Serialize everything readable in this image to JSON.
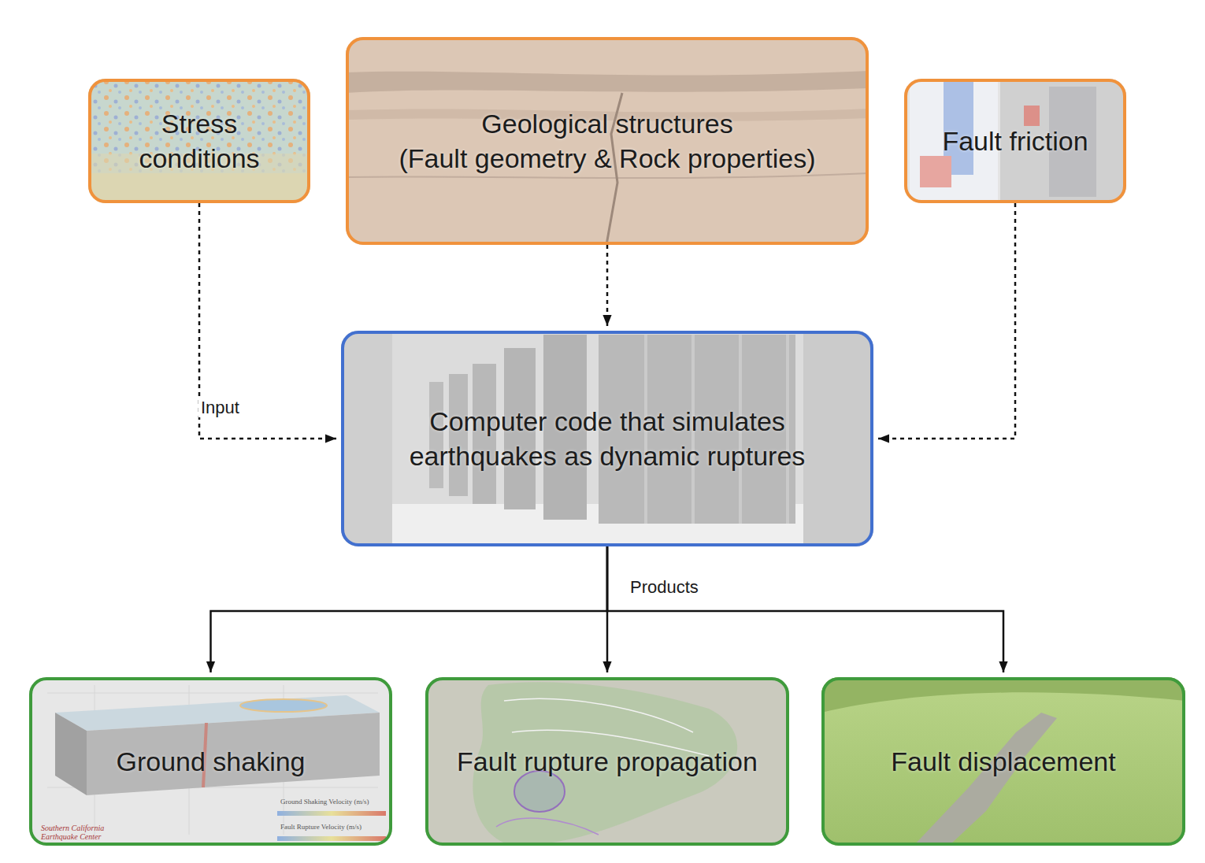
{
  "diagram": {
    "nodes": [
      {
        "text": [
          "Stress conditions"
        ]
      },
      {
        "text": [
          "Geological structures",
          "(Fault geometry & Rock properties)"
        ]
      },
      {
        "text": [
          "Fault friction"
        ]
      },
      {
        "text": [
          "Computer code that simulates earthquakes as dynamic ruptures"
        ]
      },
      {
        "text": [
          "Ground shaking"
        ]
      },
      {
        "text": [
          "Fault rupture propagation"
        ]
      },
      {
        "text": [
          "Fault displacement"
        ]
      }
    ],
    "edges": [
      {
        "from": 0,
        "to": 3,
        "arrow": "to",
        "label": "Input"
      },
      {
        "from": 1,
        "to": 3,
        "arrow": "to"
      },
      {
        "from": 2,
        "to": 3,
        "arrow": "to"
      },
      {
        "from": 3,
        "to": 4,
        "arrow": "to"
      },
      {
        "from": 3,
        "to": 5,
        "arrow": "to",
        "label": "Products"
      },
      {
        "from": 3,
        "to": 6,
        "arrow": "to"
      }
    ],
    "labels": [
      "Southern California Earthquake Center",
      "Ground Shaking Velocity (m/s)",
      "Fault Rupture Velocity (m/s)"
    ]
  }
}
